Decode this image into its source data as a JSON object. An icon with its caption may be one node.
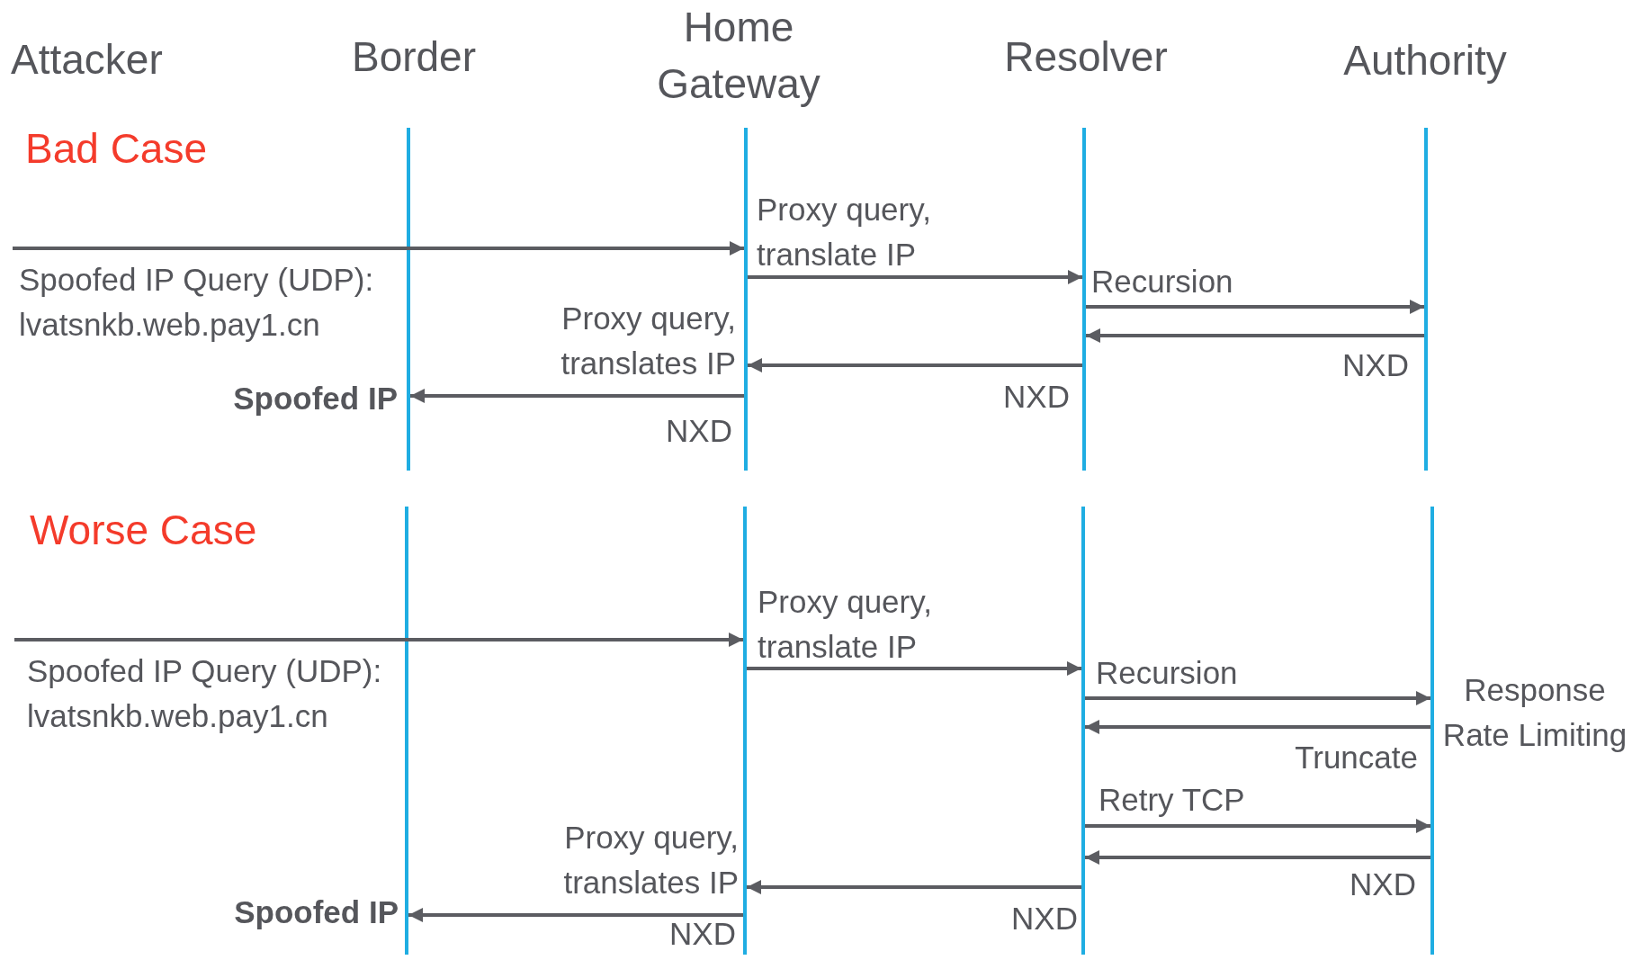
{
  "diagram": {
    "nodes": [
      {
        "text": [],
        "shape": "bar"
      },
      {
        "text": [],
        "shape": "bar"
      },
      {
        "text": [],
        "shape": "bar"
      },
      {
        "text": [],
        "shape": "bar"
      },
      {
        "text": [],
        "shape": "bar"
      },
      {
        "text": [],
        "shape": "bar"
      },
      {
        "text": [],
        "shape": "bar"
      },
      {
        "text": [],
        "shape": "bar",
        "beside": [
          "Response Rate Limiting"
        ]
      }
    ],
    "edges": [
      {
        "from": null,
        "to": 1,
        "arrow": "to",
        "label": "Spoofed IP Query (UDP): lvatsnkb.web.pay1.cn"
      },
      {
        "from": 1,
        "to": 2,
        "arrow": "to",
        "label": "Proxy query, translate IP"
      },
      {
        "from": 2,
        "to": 3,
        "arrow": "to",
        "label": "Recursion"
      },
      {
        "from": 3,
        "to": 2,
        "arrow": "to",
        "label": "NXD"
      },
      {
        "from": 2,
        "to": 1,
        "arrow": "to",
        "label": "NXD"
      },
      {
        "from": 1,
        "to": 0,
        "arrow": "to",
        "label": "NXD"
      },
      {
        "from": null,
        "to": 5,
        "arrow": "to",
        "label": "Spoofed IP Query (UDP): lvatsnkb.web.pay1.cn"
      },
      {
        "from": 5,
        "to": 6,
        "arrow": "to",
        "label": "Proxy query, translate IP"
      },
      {
        "from": 6,
        "to": 7,
        "arrow": "to",
        "label": "Recursion"
      },
      {
        "from": 7,
        "to": 6,
        "arrow": "to",
        "label": "Truncate"
      },
      {
        "from": 6,
        "to": 7,
        "arrow": "to",
        "label": "Retry TCP"
      },
      {
        "from": 7,
        "to": 6,
        "arrow": "to",
        "label": "NXD"
      },
      {
        "from": 6,
        "to": 5,
        "arrow": "to",
        "label": "NXD"
      },
      {
        "from": 5,
        "to": 4,
        "arrow": "to",
        "label": "NXD"
      }
    ],
    "labels": [
      "Attacker",
      "Border",
      "Home Gateway",
      "Resolver",
      "Authority",
      "Bad Case",
      "Proxy query, translates IP",
      "Spoofed IP",
      "Worse Case",
      "Proxy query, translates IP",
      "Spoofed IP"
    ]
  }
}
